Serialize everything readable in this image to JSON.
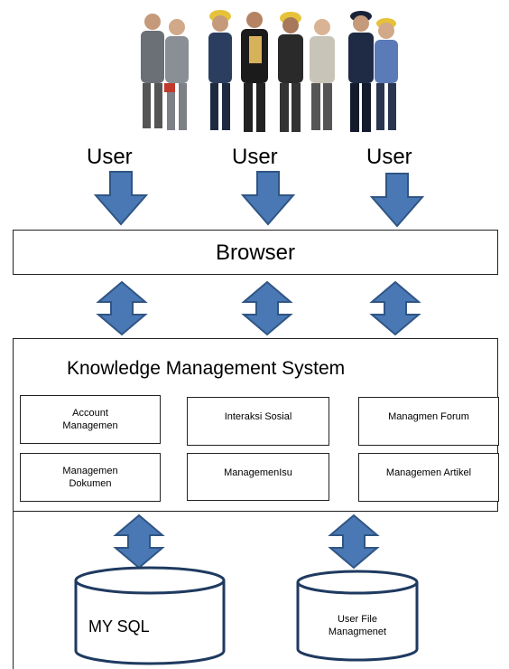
{
  "users": {
    "labels": [
      "User",
      "User",
      "User"
    ]
  },
  "browser": {
    "label": "Browser"
  },
  "kms": {
    "title": "Knowledge Management System",
    "modules": [
      {
        "label": "Account\nManagemen"
      },
      {
        "label": "Interaksi Sosial"
      },
      {
        "label": "Managmen Forum"
      },
      {
        "label": "Managemen\nDokumen"
      },
      {
        "label": "ManagemenIsu"
      },
      {
        "label": "Managemen Artikel"
      }
    ]
  },
  "databases": [
    {
      "label": "MY SQL"
    },
    {
      "label": "User File\nManagmenet"
    }
  ],
  "colors": {
    "arrow_fill": "#4a78b5",
    "arrow_stroke": "#2f5583",
    "border": "#222222",
    "cylinder_stroke": "#1f3a60"
  }
}
